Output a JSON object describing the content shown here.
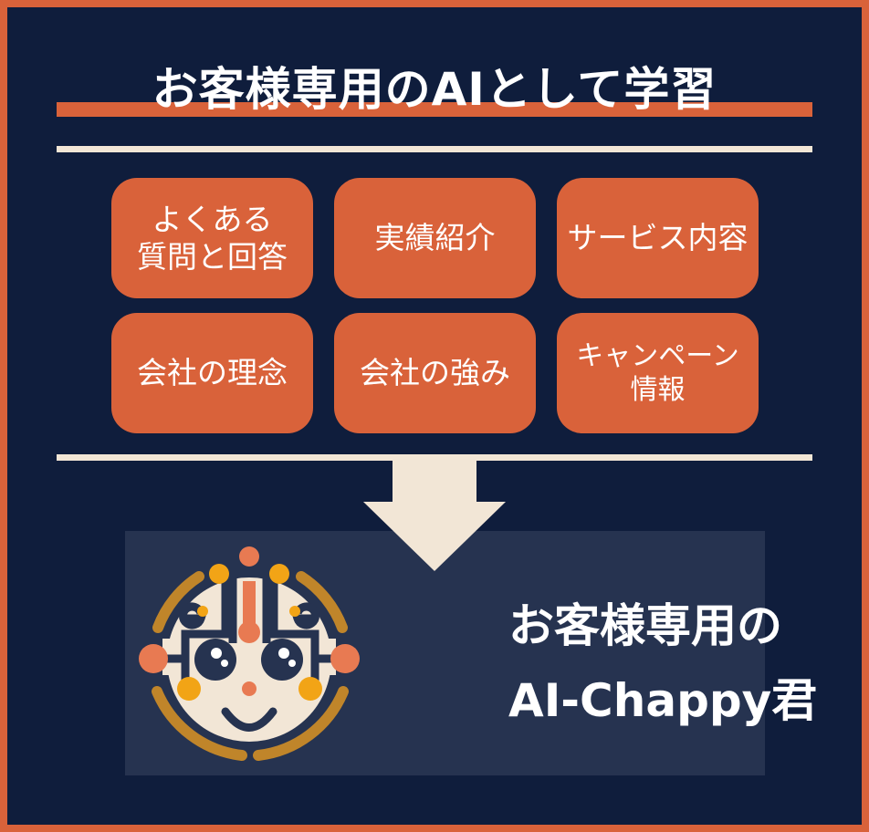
{
  "title": "お客様専用のAIとして学習",
  "topics": [
    "よくある\n質問と回答",
    "実績紹介",
    "サービス内容",
    "会社の理念",
    "会社の強み",
    "キャンペーン\n情報"
  ],
  "result": {
    "line1": "お客様専用の",
    "line2": "AI-Chappy君"
  },
  "colors": {
    "background": "#0f1d3c",
    "accent": "#d9623a",
    "cream": "#f2e6d6",
    "panel": "#263350"
  }
}
